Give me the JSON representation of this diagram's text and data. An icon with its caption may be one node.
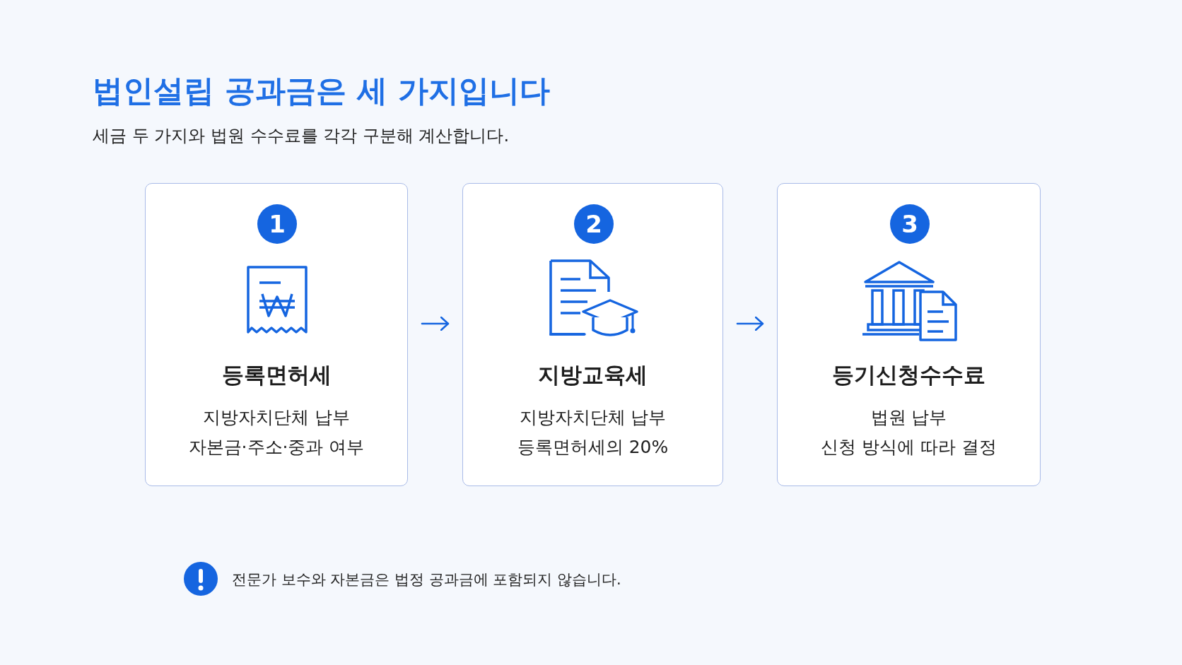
{
  "diagram": {
    "title": "법인설립 공과금은 세 가지입니다",
    "nodes": [
      {
        "text": [
          "등록면허세",
          "지방자치단체 납부",
          "자본금·주소·중과 여부"
        ]
      },
      {
        "text": [
          "1"
        ],
        "in": 0
      },
      {
        "text": [
          "지방교육세",
          "지방자치단체 납부",
          "등록면허세의 20%"
        ]
      },
      {
        "text": [
          "2"
        ],
        "in": 2
      },
      {
        "text": [
          "등기신청수수료",
          "법원 납부",
          "신청 방식에 따라 결정"
        ]
      },
      {
        "text": [
          "3"
        ],
        "in": 4
      }
    ],
    "edges": [
      {
        "from": 0,
        "to": 2,
        "arrow": "to"
      },
      {
        "from": 2,
        "to": 4,
        "arrow": "to"
      }
    ],
    "labels": [
      "세금 두 가지와 법원 수수료를 각각 구분해 계산합니다.",
      "전문가 보수와 자본금은 법정 공과금에 포함되지 않습니다."
    ]
  }
}
